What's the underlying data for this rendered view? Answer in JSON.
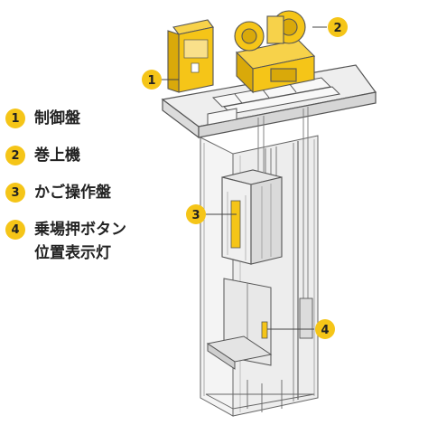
{
  "legend": [
    {
      "num": "1",
      "label": "制御盤"
    },
    {
      "num": "2",
      "label": "巻上機"
    },
    {
      "num": "3",
      "label": "かご操作盤"
    },
    {
      "num": "4",
      "label_line1": "乗場押ボタン",
      "label_line2": "位置表示灯"
    }
  ],
  "callouts": [
    "1",
    "2",
    "3",
    "4"
  ],
  "colors": {
    "accent": "#f5c518",
    "line": "#555555",
    "shaft_fill": "#f2f2f2"
  }
}
